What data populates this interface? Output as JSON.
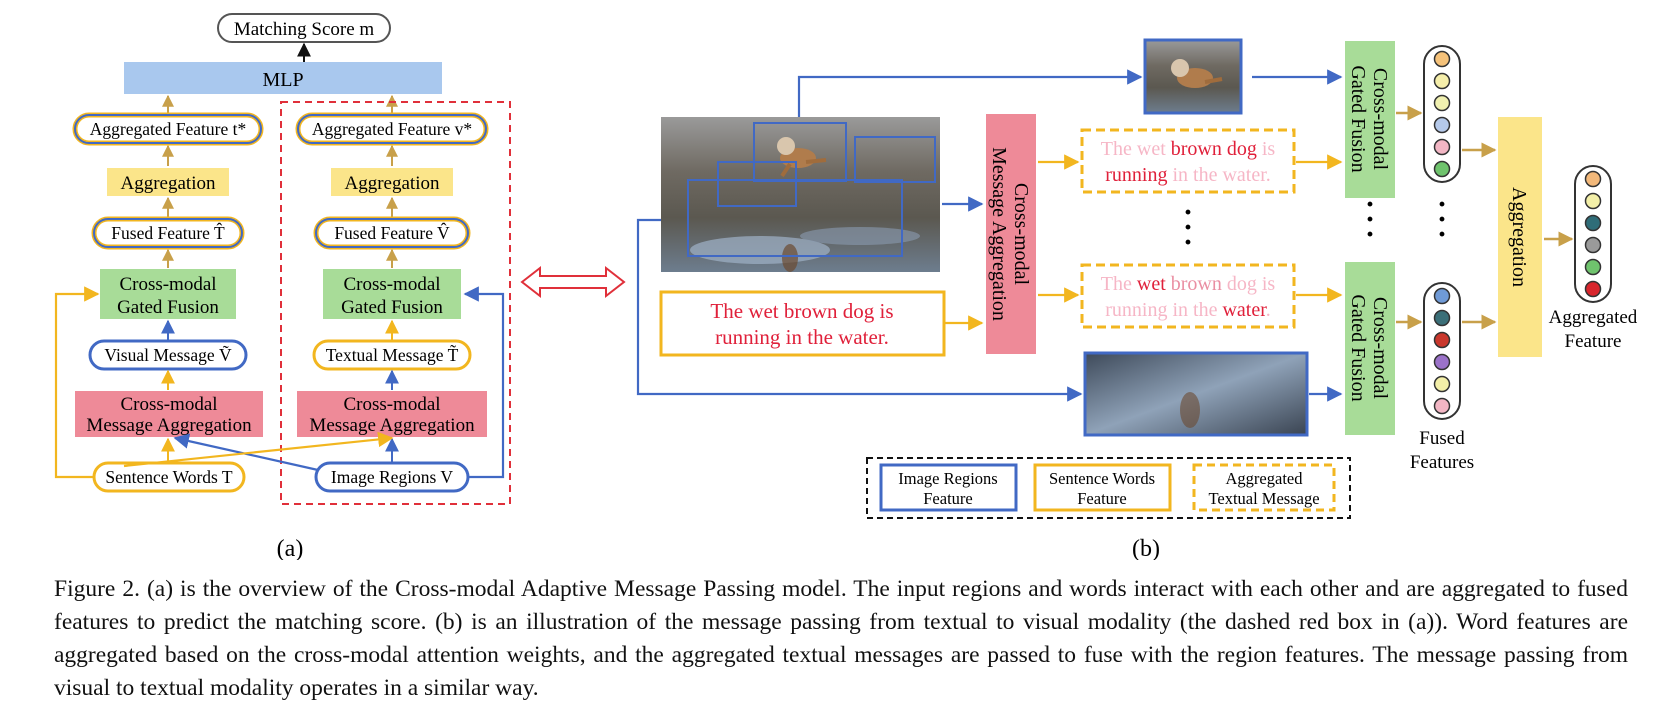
{
  "panel_a": {
    "matching_score": "Matching Score m",
    "mlp": "MLP",
    "text_branch": {
      "aggregated_feature": "Aggregated Feature t*",
      "aggregation": "Aggregation",
      "fused_feature": "Fused Feature T̂",
      "gated_fusion_line1": "Cross-modal",
      "gated_fusion_line2": "Gated Fusion",
      "message": "Visual Message Ṽ",
      "message_aggregation_line1": "Cross-modal",
      "message_aggregation_line2": "Message Aggregation",
      "input": "Sentence Words T"
    },
    "image_branch": {
      "aggregated_feature": "Aggregated Feature v*",
      "aggregation": "Aggregation",
      "fused_feature": "Fused Feature V̂",
      "gated_fusion_line1": "Cross-modal",
      "gated_fusion_line2": "Gated Fusion",
      "message": "Textual Message T̃",
      "message_aggregation_line1": "Cross-modal",
      "message_aggregation_line2": "Message Aggregation",
      "input": "Image Regions V"
    },
    "label": "(a)"
  },
  "panel_b": {
    "sentence_line1": "The wet brown dog is",
    "sentence_line2": "running in the water.",
    "message_aggregation_line1": "Cross-modal",
    "message_aggregation_line2": "Message Aggregation",
    "top_message": {
      "line1": [
        {
          "text": "The wet ",
          "weight": "low"
        },
        {
          "text": "brown dog",
          "weight": "high"
        },
        {
          "text": " is",
          "weight": "low"
        }
      ],
      "line2": [
        {
          "text": "running",
          "weight": "high"
        },
        {
          "text": " in the water.",
          "weight": "low"
        }
      ]
    },
    "bottom_message": {
      "line1": [
        {
          "text": "The ",
          "weight": "low"
        },
        {
          "text": "wet",
          "weight": "high"
        },
        {
          "text": " brown ",
          "weight": "mid"
        },
        {
          "text": "dog is",
          "weight": "low"
        }
      ],
      "line2": [
        {
          "text": "running in the ",
          "weight": "low"
        },
        {
          "text": "water",
          "weight": "high"
        },
        {
          "text": ".",
          "weight": "low"
        }
      ]
    },
    "gated_fusion_line1": "Cross-modal",
    "gated_fusion_line2": "Gated Fusion",
    "aggregation": "Aggregation",
    "aggregated_feature_line1": "Aggregated",
    "aggregated_feature_line2": "Feature",
    "fused_features_line1": "Fused",
    "fused_features_line2": "Features",
    "legend": {
      "image_regions_line1": "Image Regions",
      "image_regions_line2": "Feature",
      "sentence_words_line1": "Sentence Words",
      "sentence_words_line2": "Feature",
      "aggregated_msg_line1": "Aggregated",
      "aggregated_msg_line2": "Textual Message"
    },
    "feature_colors_top": [
      "#f5c27a",
      "#f5eeaa",
      "#f0f0b0",
      "#b5c9ea",
      "#f2b6c4",
      "#6fc36d"
    ],
    "feature_colors_bottom": [
      "#6f9ad6",
      "#3b6f78",
      "#c9372c",
      "#9b72c9",
      "#f3efa8",
      "#f2b6c4"
    ],
    "aggregated_colors": [
      "#f2b87a",
      "#f3efa8",
      "#2f6d78",
      "#9a9a9a",
      "#6fc36d",
      "#d8262d"
    ],
    "label": "(b)"
  },
  "caption": "Figure 2. (a) is the overview of the Cross-modal Adaptive Message Passing model. The input regions and words interact with each other and are aggregated to fused features to predict the matching score. (b) is an illustration of the message passing from textual to visual modality (the dashed red box in (a)). Word features are aggregated based on the cross-modal attention weights, and the aggregated textual messages are passed to fuse with the region features. The message passing from visual to textual modality operates in a similar way.",
  "colors": {
    "mlp": "#a9c8ee",
    "aggregation": "#fbe58a",
    "gated_fusion": "#a8dc98",
    "message_aggregation": "#ee8a98",
    "image_blue": "#4169c4",
    "text_yellow": "#f2b61f",
    "dashed_red": "#e0303a",
    "word_high": "#e0203a",
    "word_low": "#f6b6c6",
    "word_mid": "#ea8fa3"
  }
}
